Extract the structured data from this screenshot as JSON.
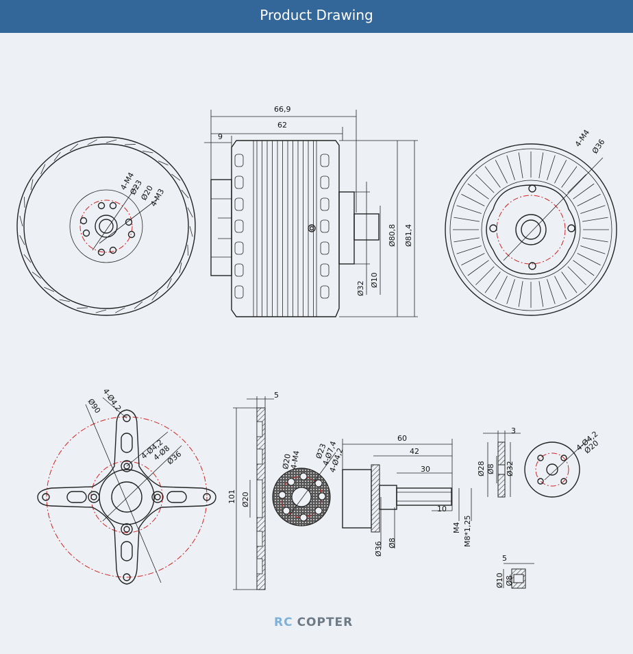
{
  "header": {
    "title": "Product Drawing"
  },
  "logo": {
    "part1": "RC",
    "part2": "COPTER"
  },
  "dims": {
    "d_66_9": "66,9",
    "d_62": "62",
    "d_9": "9",
    "d_80_8": "Ø80,8",
    "d_81_4": "Ø81,4",
    "d_32": "Ø32",
    "d_10": "Ø10",
    "front_4m4": "4-M4",
    "front_23": "Ø23",
    "front_20": "Ø20",
    "front_4m3": "4-M3",
    "rear_4m4": "4-M4",
    "rear_36": "Ø36",
    "mount_4_42": "4-Ø4,2",
    "mount_90": "Ø90",
    "mount_4_42b": "4-Ø4,2",
    "mount_4_8": "4-Ø8",
    "mount_36": "Ø36",
    "side_5": "5",
    "side_101": "101",
    "side_20": "Ø20",
    "prop_4m4": "4-M4",
    "prop_20": "Ø20",
    "prop_23": "Ø23",
    "prop_4_74": "4-Ø7,4",
    "prop_4_42": "4-Ø4,2",
    "shaft_60": "60",
    "shaft_42": "42",
    "shaft_30": "30",
    "shaft_10": "10",
    "shaft_36": "Ø36",
    "shaft_8": "Ø8",
    "shaft_m4": "M4",
    "shaft_m8": "M8*1,25",
    "wash_3": "3",
    "wash_28": "Ø28",
    "wash_8": "Ø8",
    "wash_32": "Ø32",
    "wash2_4_42": "4-Ø4,2",
    "wash2_20": "Ø20",
    "sp_5": "5",
    "sp_10": "Ø10",
    "sp_8": "Ø8"
  }
}
